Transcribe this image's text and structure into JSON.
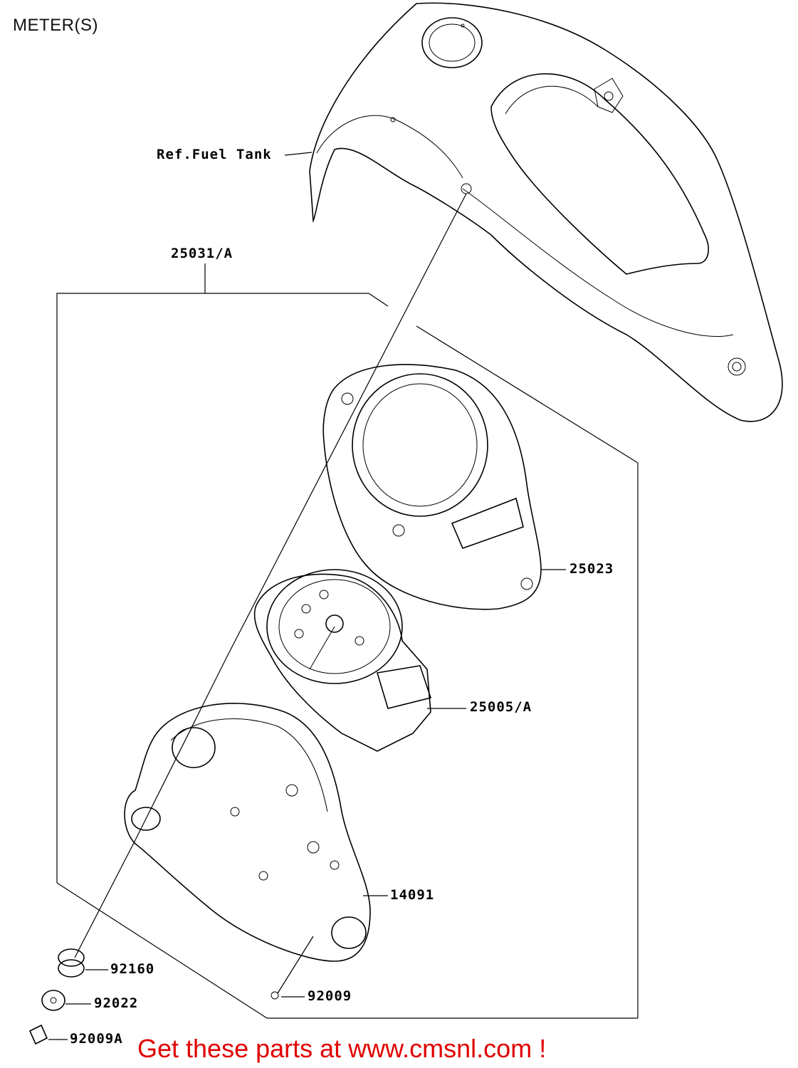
{
  "page_title": "METER(S)",
  "labels": {
    "ref_fuel_tank": "Ref.Fuel Tank",
    "assembly": "25031/A",
    "cover": "25023",
    "meter_unit": "25005/A",
    "case": "14091",
    "grommet": "92160",
    "washer": "92022",
    "screw": "92009",
    "bolt": "92009A"
  },
  "footer": "Get these parts at www.cmsnl.com !",
  "colors": {
    "footer": "#e00000",
    "line": "#000000"
  }
}
